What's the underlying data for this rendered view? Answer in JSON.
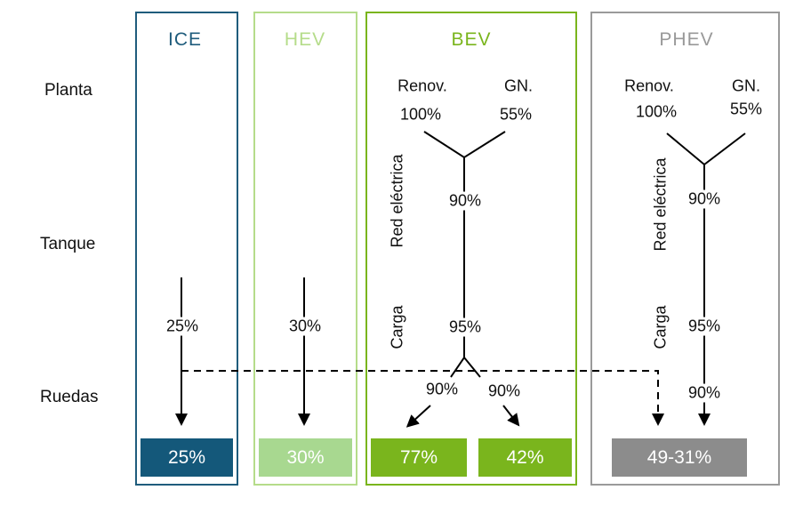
{
  "rows": {
    "planta": "Planta",
    "tanque": "Tanque",
    "ruedas": "Ruedas"
  },
  "columns": {
    "ice": {
      "title": "ICE",
      "tank_to_wheel": "25%",
      "result": "25%",
      "color": "#14587a"
    },
    "hev": {
      "title": "HEV",
      "tank_to_wheel": "30%",
      "result": "30%",
      "color": "#a8d890"
    },
    "bev": {
      "title": "BEV",
      "renov_label": "Renov.",
      "renov_value": "100%",
      "gn_label": "GN.",
      "gn_value": "55%",
      "grid_label": "Red eléctrica",
      "grid_value": "90%",
      "charge_label": "Carga",
      "charge_value": "95%",
      "left_wheel": "90%",
      "right_wheel": "90%",
      "result_left": "77%",
      "result_right": "42%",
      "color": "#7ab51d"
    },
    "phev": {
      "title": "PHEV",
      "renov_label": "Renov.",
      "renov_value": "100%",
      "gn_label": "GN.",
      "gn_value": "55%",
      "grid_label": "Red eléctrica",
      "grid_value": "90%",
      "charge_label": "Carga",
      "charge_value": "95%",
      "wheel_value": "90%",
      "result": "49-31%",
      "color": "#8c8c8c"
    }
  }
}
